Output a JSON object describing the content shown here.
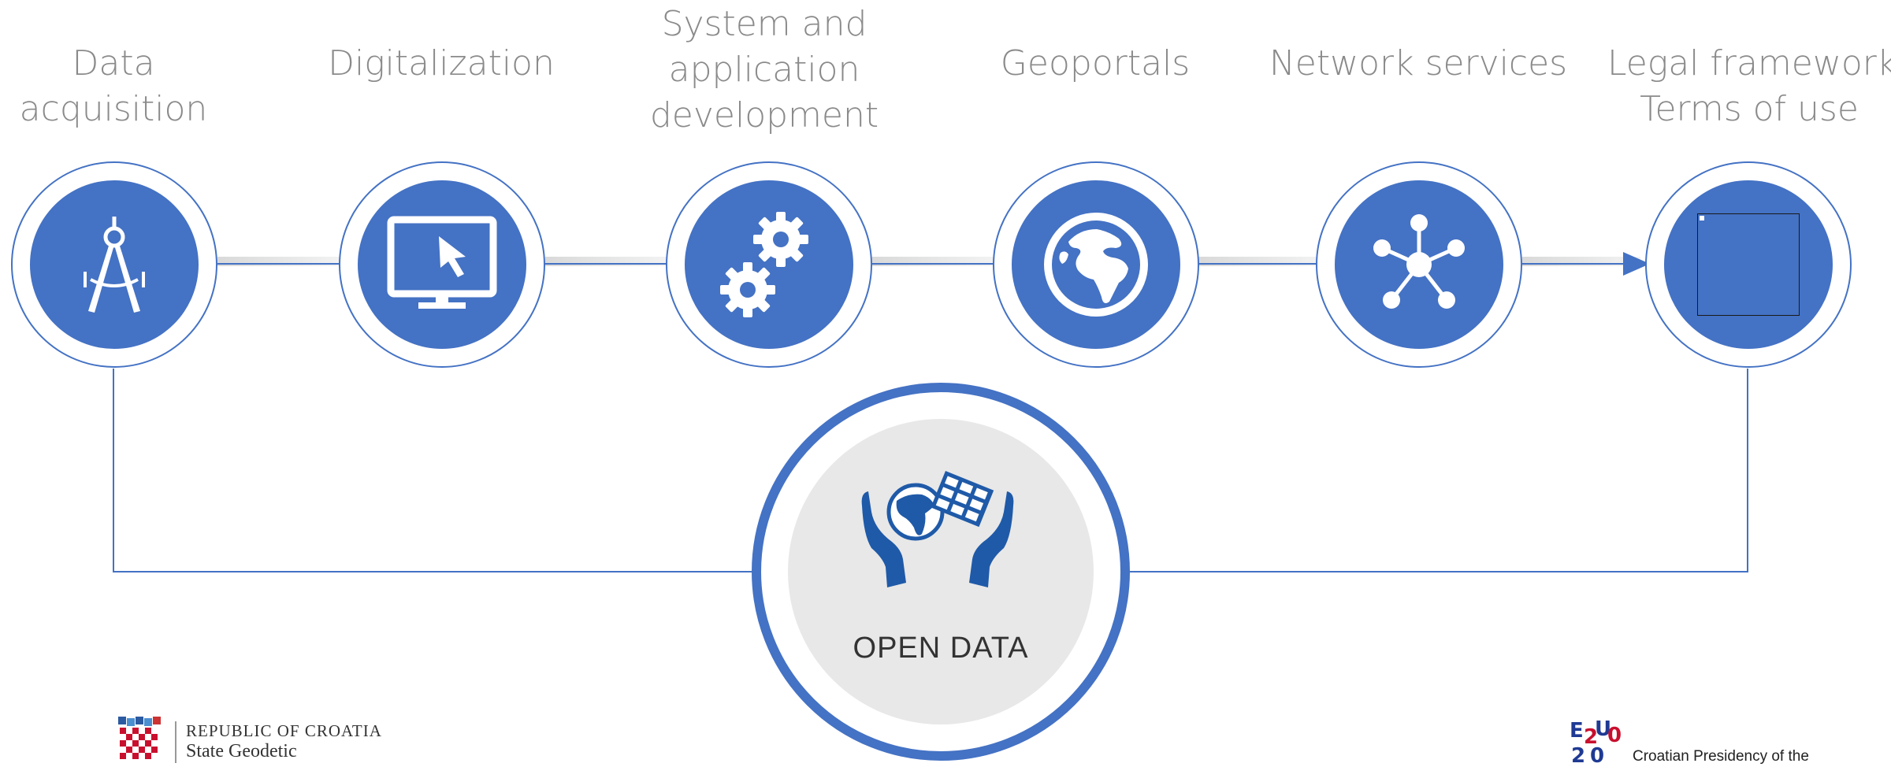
{
  "steps": [
    {
      "lines": [
        "Data",
        "acquisition"
      ],
      "icon": "compass-icon"
    },
    {
      "lines": [
        "Digitalization"
      ],
      "icon": "monitor-cursor-icon"
    },
    {
      "lines": [
        "System and",
        "application",
        "development"
      ],
      "icon": "gears-icon"
    },
    {
      "lines": [
        "Geoportals"
      ],
      "icon": "globe-icon"
    },
    {
      "lines": [
        "Network services"
      ],
      "icon": "network-icon"
    },
    {
      "lines": [
        "Legal framework",
        "Terms of use"
      ],
      "icon": "image-placeholder-icon"
    }
  ],
  "center": {
    "label": "OPEN DATA",
    "icon": "hands-globe-data-icon"
  },
  "footer": {
    "left": {
      "line1": "REPUBLIC OF CROATIA",
      "line2": "State Geodetic"
    },
    "right": {
      "logo": "EU2020",
      "text": "Croatian Presidency of the"
    }
  },
  "colors": {
    "accent": "#4472C4",
    "label": "#8a8a8a",
    "center_fill": "#e8e8e8"
  }
}
